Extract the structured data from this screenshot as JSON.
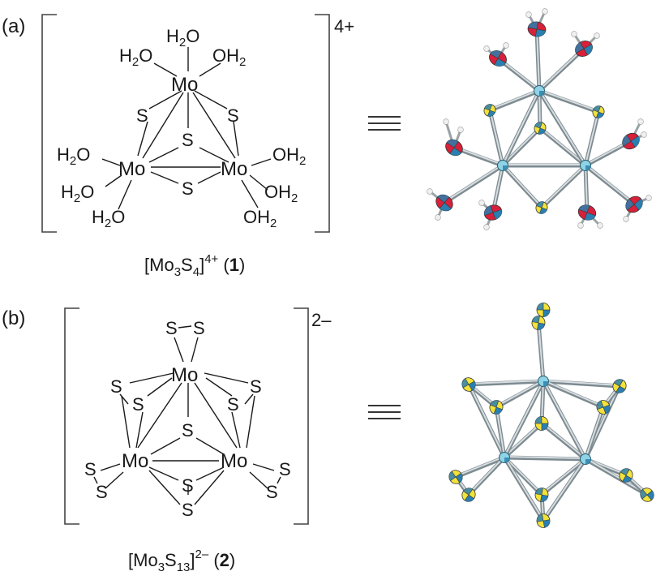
{
  "panel_a": {
    "label": "(a)",
    "charge": "4+",
    "caption_prefix": "[Mo",
    "caption_sub1": "3",
    "caption_mid": "S",
    "caption_sub2": "4",
    "caption_bracket": "]",
    "caption_sup": "4+",
    "caption_open": " (",
    "caption_num": "1",
    "caption_close": ")",
    "atoms": {
      "mo": "Mo",
      "s": "S",
      "h2o_h": "H",
      "h2o_2": "2",
      "h2o_o": "O",
      "oh2_o": "OH",
      "oh2_2": "2"
    }
  },
  "panel_b": {
    "label": "(b)",
    "charge": "2–",
    "caption_prefix": "[Mo",
    "caption_sub1": "3",
    "caption_mid": "S",
    "caption_sub2": "13",
    "caption_bracket": "]",
    "caption_sup": "2–",
    "caption_open": " (",
    "caption_num": "2",
    "caption_close": ")",
    "atoms": {
      "mo": "Mo",
      "s": "S"
    }
  },
  "colors": {
    "oxygen": "#d8203a",
    "sulfur": "#f2e23a",
    "molybdenum": "#8fd3e6",
    "blue_octant": "#2a7fb0",
    "hydrogen": "#f0f0f0",
    "bond_gray": "#7d8b91"
  }
}
